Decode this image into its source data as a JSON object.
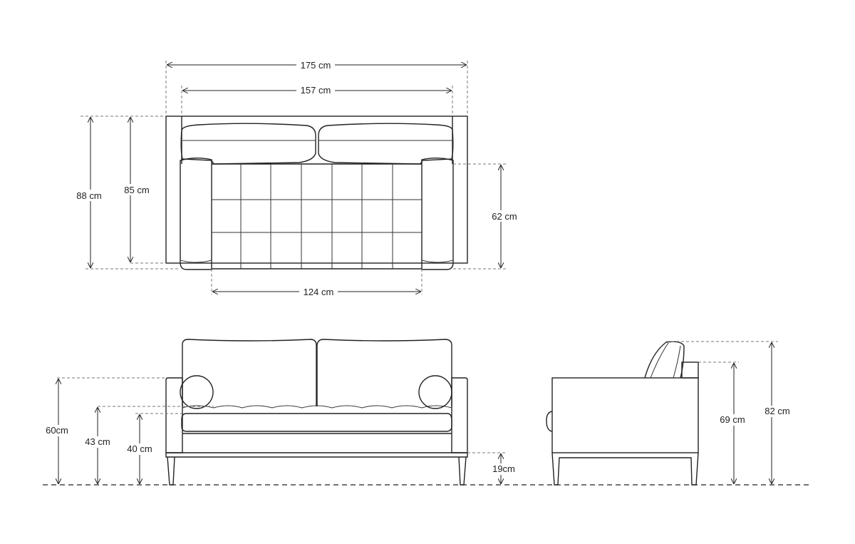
{
  "top_view": {
    "width_overall": "175 cm",
    "width_inner": "157 cm",
    "depth_overall": "88 cm",
    "depth_frame": "85 cm",
    "seat_depth": "62 cm",
    "seat_width": "124 cm"
  },
  "front_view": {
    "arm_height": "60cm",
    "seat_height": "43 cm",
    "seat_frame_height": "40 cm",
    "leg_height": "19cm"
  },
  "side_view": {
    "back_height": "69 cm",
    "overall_height": "82 cm"
  }
}
